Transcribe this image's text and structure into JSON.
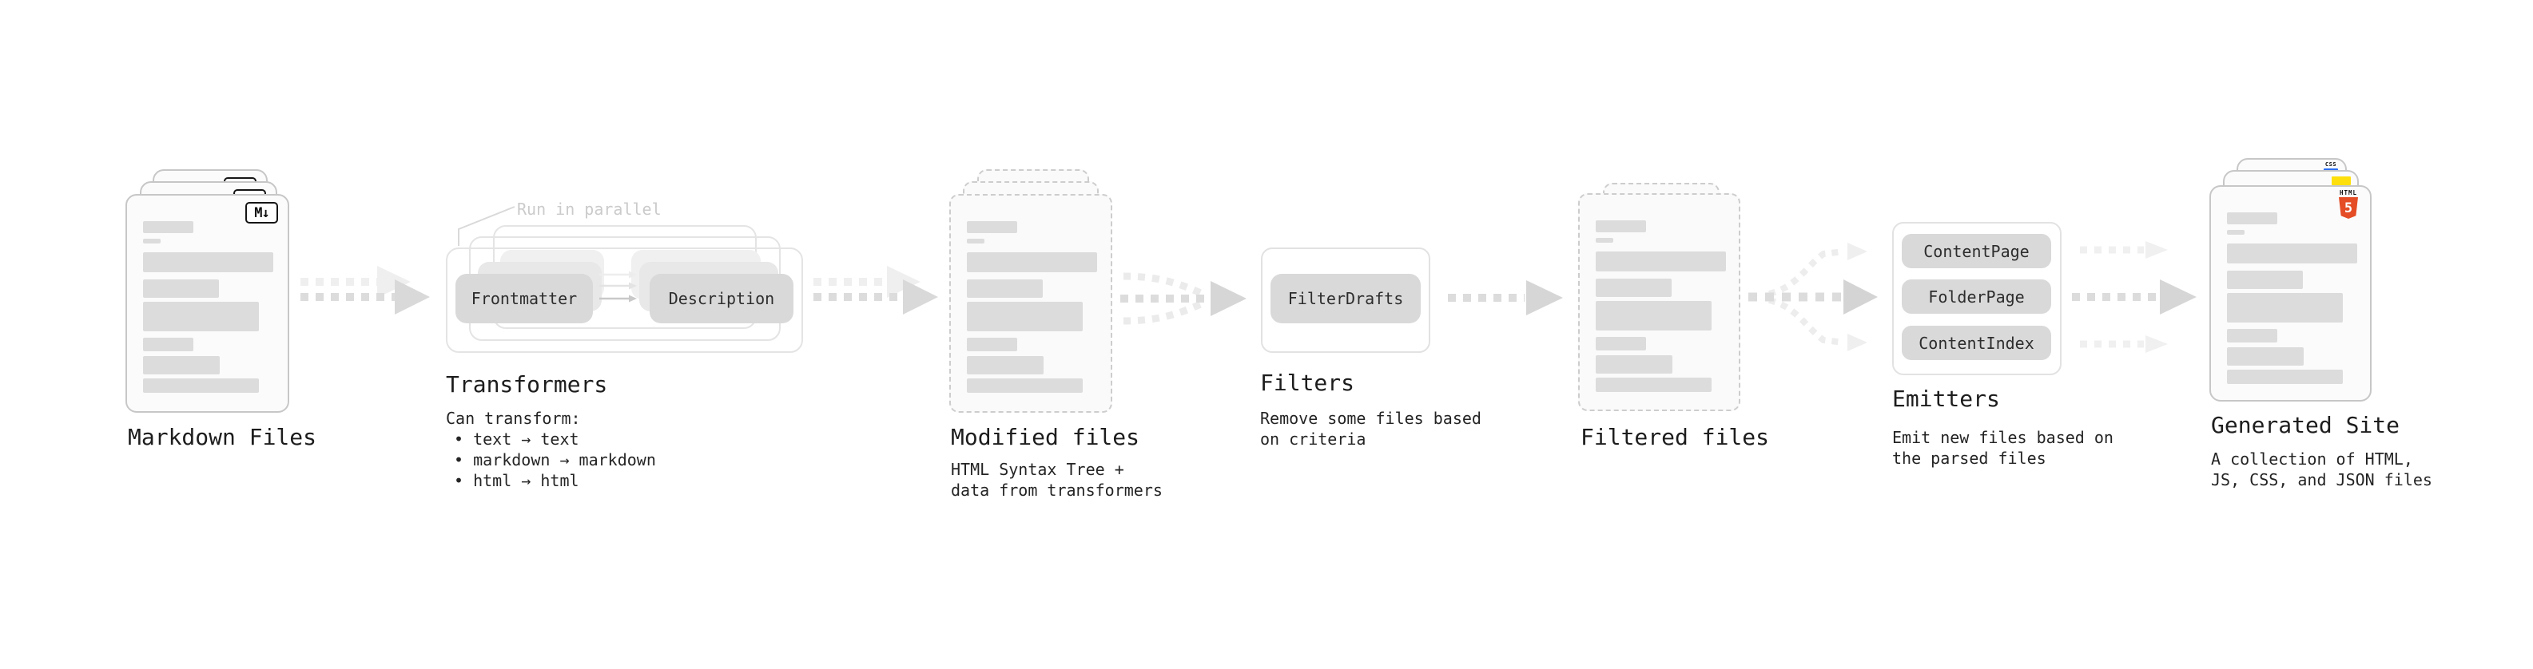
{
  "markdown": {
    "label": "Markdown Files",
    "badge": "M↓"
  },
  "transformers": {
    "label": "Transformers",
    "annotation": "Run in parallel",
    "pills": {
      "frontmatter": "Frontmatter",
      "description": "Description"
    },
    "desc": [
      "Can transform:",
      "• text → text",
      "• markdown → markdown",
      "• html → html"
    ]
  },
  "modified": {
    "label": "Modified files",
    "desc": [
      "HTML Syntax Tree +",
      "data from transformers"
    ]
  },
  "filters": {
    "label": "Filters",
    "pill": "FilterDrafts",
    "desc": [
      "Remove some files based",
      "on criteria"
    ]
  },
  "filtered": {
    "label": "Filtered files"
  },
  "emitters": {
    "label": "Emitters",
    "pills": [
      "ContentPage",
      "FolderPage",
      "ContentIndex"
    ],
    "desc": [
      "Emit new files based on",
      "the parsed files"
    ]
  },
  "generated": {
    "label": "Generated Site",
    "badges": {
      "css": "CSS",
      "html": "HTML",
      "html_number": "5"
    },
    "desc": [
      "A collection of HTML,",
      "JS, CSS, and JSON files"
    ]
  },
  "colors": {
    "html5_orange": "#e44d26",
    "js_yellow": "#ffdf0b",
    "css_blue": "#2d6ff2",
    "bar_gray": "#dcdcdc",
    "arrow_gray": "#dcdcdc",
    "arrow_light": "#efefef"
  },
  "decor": {
    "file_bars": [
      [
        63,
        15,
        7
      ],
      [
        22,
        6,
        11
      ],
      [
        163,
        25,
        9
      ],
      [
        95,
        23,
        5
      ],
      [
        145,
        37,
        8
      ],
      [
        63,
        17,
        6
      ],
      [
        96,
        23,
        5
      ],
      [
        145,
        18,
        0
      ]
    ]
  }
}
